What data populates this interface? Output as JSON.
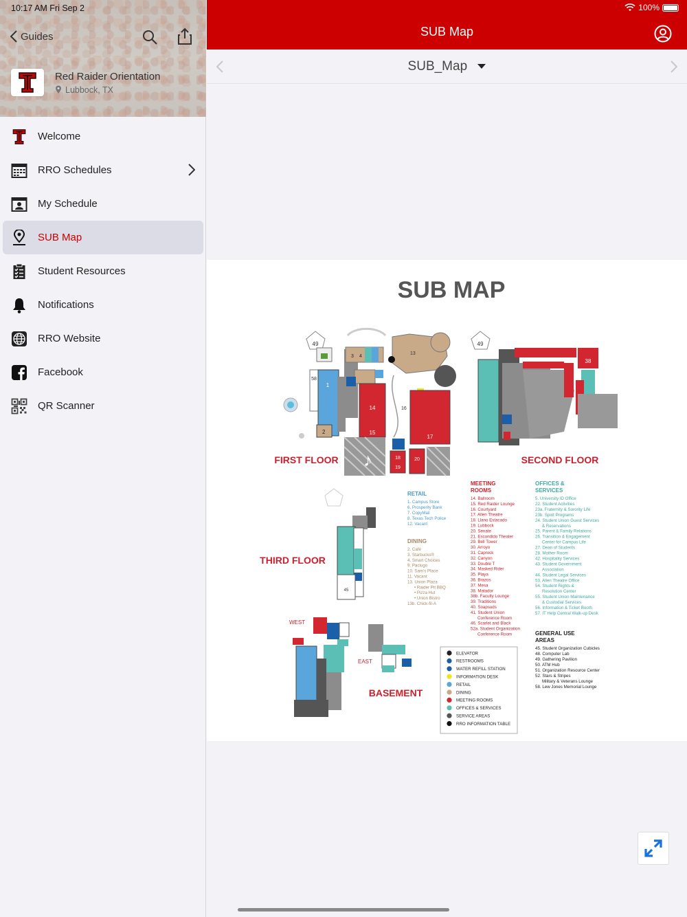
{
  "status": {
    "time": "10:17 AM   Fri Sep 2",
    "battery": "100%"
  },
  "sidebar": {
    "back_label": "Guides",
    "app_title": "Red Raider Orientation",
    "app_location": "Lubbock, TX",
    "items": [
      {
        "label": "Welcome",
        "icon": "texas-tech-logo-icon",
        "active": false
      },
      {
        "label": "RRO Schedules",
        "icon": "calendar-grid-icon",
        "active": false,
        "has_children": true
      },
      {
        "label": "My Schedule",
        "icon": "calendar-person-icon",
        "active": false
      },
      {
        "label": "SUB Map",
        "icon": "map-pin-icon",
        "active": true
      },
      {
        "label": "Student Resources",
        "icon": "clipboard-checklist-icon",
        "active": false
      },
      {
        "label": "Notifications",
        "icon": "bell-icon",
        "active": false
      },
      {
        "label": "RRO Website",
        "icon": "globe-icon",
        "active": false
      },
      {
        "label": "Facebook",
        "icon": "facebook-icon",
        "active": false
      },
      {
        "label": "QR Scanner",
        "icon": "qr-code-icon",
        "active": false
      }
    ]
  },
  "header": {
    "title": "SUB Map"
  },
  "document": {
    "name": "SUB_Map"
  },
  "map": {
    "title": "SUB MAP",
    "floors": {
      "first": "FIRST FLOOR",
      "second": "SECOND FLOOR",
      "third": "THIRD FLOOR",
      "basement": "BASEMENT",
      "west": "WEST",
      "east": "EAST"
    },
    "retail": {
      "heading": "RETAIL",
      "items": [
        "1. Campus Store",
        "6. Prosperity Bank",
        "7. CopyMail",
        "8. Texas Tech Police",
        "12. Vacant"
      ]
    },
    "dining": {
      "heading": "DINING",
      "items": [
        "2. Café",
        "3. Starbucks®",
        "4. Smart Choices",
        "9. Paciugo",
        "10. Sam's Place",
        "11. Vacant",
        "13. Union Plaza",
        "• Raider Pit BBQ",
        "• Pizza Hut",
        "• Union Bistro",
        "13b. Chick-fil-A"
      ]
    },
    "meeting": {
      "heading": "MEETING ROOMS",
      "items": [
        "14. Ballroom",
        "15. Red Raider Lounge",
        "16. Courtyard",
        "17. Allen Theatre",
        "18. Llano Estacado",
        "19. Lubbock",
        "20. Senate",
        "21. Escondido Theater",
        "29. Bell Tower",
        "30. Arroyo",
        "31. Caprock",
        "32. Canyon",
        "33. Double T",
        "34. Masked Rider",
        "35. Playa",
        "36. Brazos",
        "37. Mesa",
        "38. Matador",
        "38b. Faculty Lounge",
        "39. Traditions",
        "40. Soapsuds",
        "41. Student Union",
        "Conference Room",
        "46. Scarlet and Black",
        "52a. Student Organization",
        "Conference Room"
      ]
    },
    "offices": {
      "heading": "OFFICES & SERVICES",
      "items": [
        "5. University ID Office",
        "22. Student Activities",
        "23a. Fraternity & Sorority Life",
        "23b. Spirit Programs",
        "24. Student Union Guest Services",
        "& Reservations",
        "25. Parent & Family Relations",
        "26. Transition & Engagement",
        "Center for Campus Life",
        "27. Dean of Students",
        "28. Mother Room",
        "42. Hospitality Services",
        "43. Student Government",
        "Association",
        "44. Student Legal Services",
        "53. Allen Theatre Office",
        "54. Student Rights &",
        "Resolution Center",
        "55. Student Union Maintenance",
        "& Custodial Services",
        "56. Information & Ticket Booth",
        "57. IT Help Central Walk-up Desk"
      ]
    },
    "general": {
      "heading": "GENERAL USE AREAS",
      "items": [
        "45. Student Organization Cubicles",
        "48. Computer Lab",
        "49. Gathering Pavilion",
        "50. ATM Hub",
        "51. Organization Resource Center",
        "52. Stars & Stripes",
        "Military & Veterans Lounge",
        "58. Lew Jones Memorial Lounge"
      ]
    },
    "legend": [
      {
        "label": "ELEVATOR",
        "color": "#222222"
      },
      {
        "label": "RESTROOMS",
        "color": "#1a5fa8"
      },
      {
        "label": "WATER REFILL STATION",
        "color": "#1a5fa8"
      },
      {
        "label": "INFORMATION DESK",
        "color": "#f2e21b"
      },
      {
        "label": "RETAIL",
        "color": "#5aa6dc"
      },
      {
        "label": "DINING",
        "color": "#c9aa88"
      },
      {
        "label": "MEETING ROOMS",
        "color": "#d22730"
      },
      {
        "label": "OFFICES & SERVICES",
        "color": "#5bbfb5"
      },
      {
        "label": "SERVICE AREAS",
        "color": "#555555"
      },
      {
        "label": "RRO INFORMATION TABLE",
        "color": "#111111"
      }
    ],
    "colors": {
      "retail": "#5aa6dc",
      "dining": "#c9aa88",
      "meeting": "#d22730",
      "offices": "#5bbfb5",
      "service": "#8c8c8c",
      "brand": "#cc0000"
    }
  }
}
